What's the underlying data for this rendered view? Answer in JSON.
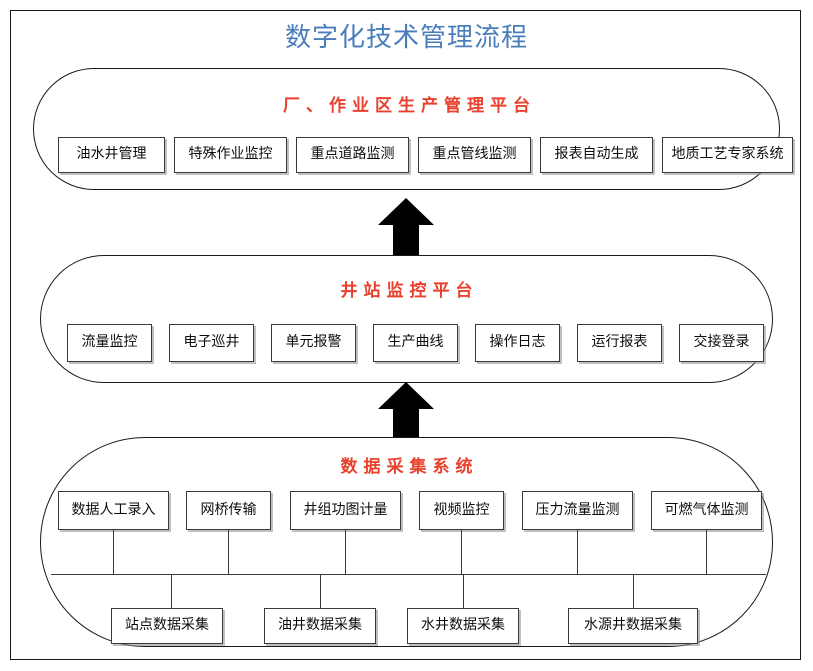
{
  "diagram": {
    "title": "数字化技术管理流程",
    "title_color": "#4a7ebb",
    "section_title_color": "#e8422e",
    "sections": [
      {
        "id": "plant-production-management-platform",
        "title": "厂、作业区生产管理平台",
        "nodes": [
          "油水井管理",
          "特殊作业监控",
          "重点道路监测",
          "重点管线监测",
          "报表自动生成",
          "地质工艺专家系统"
        ]
      },
      {
        "id": "well-station-monitoring-platform",
        "title": "井站监控平台",
        "nodes": [
          "流量监控",
          "电子巡井",
          "单元报警",
          "生产曲线",
          "操作日志",
          "运行报表",
          "交接登录"
        ]
      },
      {
        "id": "data-acquisition-system",
        "title": "数据采集系统",
        "nodes": [
          "数据人工录入",
          "网桥传输",
          "井组功图计量",
          "视频监控",
          "压力流量监测",
          "可燃气体监测"
        ],
        "sub_nodes": [
          "站点数据采集",
          "油井数据采集",
          "水井数据采集",
          "水源井数据采集"
        ]
      }
    ],
    "arrows": [
      {
        "name": "arrow-station-to-plant",
        "direction": "up"
      },
      {
        "name": "arrow-acquisition-to-station",
        "direction": "up"
      }
    ]
  }
}
